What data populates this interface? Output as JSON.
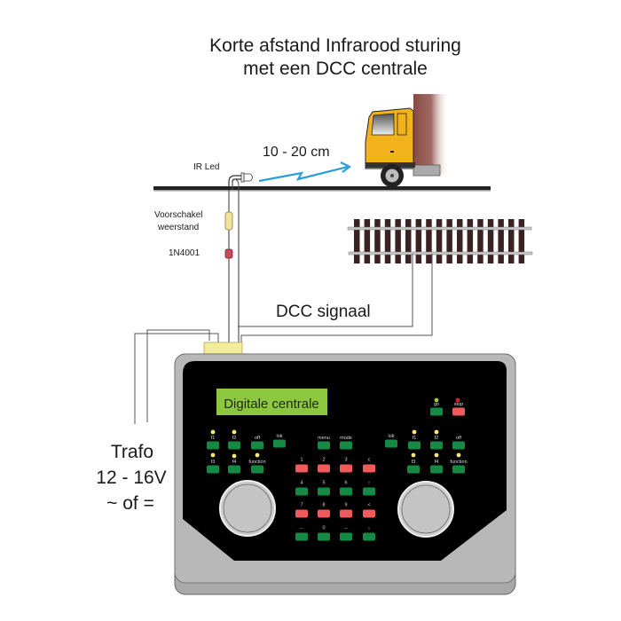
{
  "title": {
    "line1": "Korte afstand Infrarood sturing",
    "line2": "met een DCC centrale"
  },
  "labels": {
    "ir_led": "IR Led",
    "distance": "10 - 20 cm",
    "resistor_line1": "Voorschakel",
    "resistor_line2": "weerstand",
    "diode": "1N4001",
    "dcc_signal": "DCC signaal",
    "trafo_line1": "Trafo",
    "trafo_line2": "12 - 16V",
    "trafo_line3": "~ of ="
  },
  "central": {
    "display_text": "Digitale centrale",
    "go_label": "go",
    "stop_label": "stop",
    "left_functions": [
      "f1",
      "f2",
      "off",
      "lok",
      "f3",
      "f4",
      "function"
    ],
    "right_functions": [
      "lok",
      "f1",
      "f2",
      "off",
      "f3",
      "f4",
      "function"
    ],
    "menu_label": "menu",
    "mode_label": "mode",
    "keypad": [
      {
        "label": "1",
        "color": "red"
      },
      {
        "label": "2",
        "color": "red"
      },
      {
        "label": "3",
        "color": "red"
      },
      {
        "label": "c",
        "color": "red"
      },
      {
        "label": "4",
        "color": "green"
      },
      {
        "label": "5",
        "color": "green"
      },
      {
        "label": "6",
        "color": "green"
      },
      {
        "label": "↑",
        "color": "green"
      },
      {
        "label": "7",
        "color": "red"
      },
      {
        "label": "8",
        "color": "red"
      },
      {
        "label": "9",
        "color": "red"
      },
      {
        "label": "<",
        "color": "red"
      },
      {
        "label": "←",
        "color": "green"
      },
      {
        "label": "0",
        "color": "green"
      },
      {
        "label": "→",
        "color": "green"
      },
      {
        "label": "↓",
        "color": "green"
      }
    ]
  },
  "colors": {
    "ir_beam": "#2a9fd6",
    "display_bg": "#8dc63f",
    "key_green": "#168a45",
    "key_red": "#f15a5a",
    "led_yellow": "#f5e96a",
    "led_green": "#a8c83c",
    "led_red": "#e0191e",
    "truck_cab": "#f2b21b",
    "track_sleeper": "#3a2222",
    "case_gray": "#b4b4b4",
    "connector": "#f3ec9a"
  }
}
